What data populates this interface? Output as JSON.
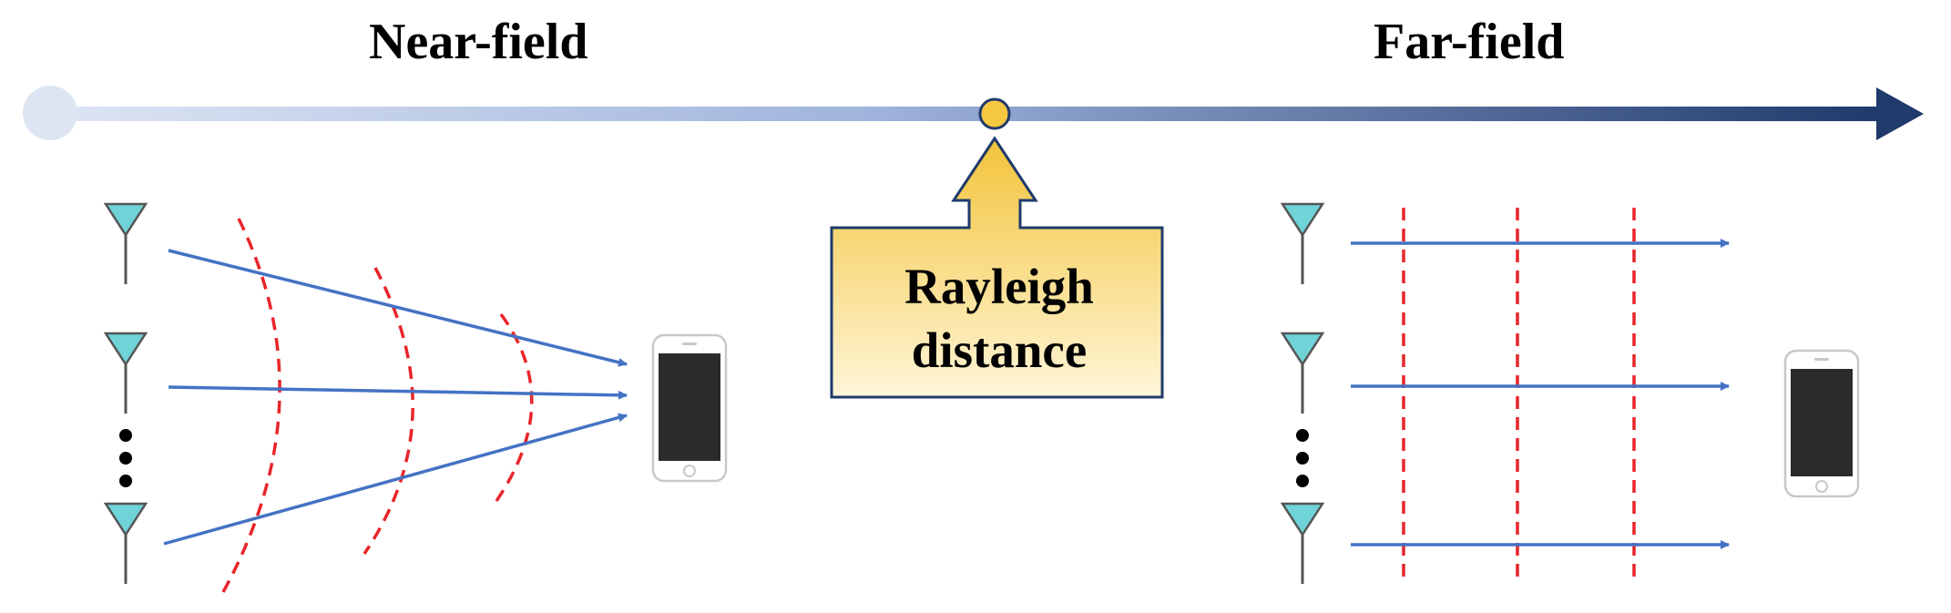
{
  "regions": {
    "near_label": "Near-field",
    "far_label": "Far-field"
  },
  "callout": {
    "line1": "Rayleigh",
    "line2": "distance"
  },
  "icons": {
    "antenna": "antenna-icon",
    "phone": "smartphone-icon",
    "ellipsis": "vertical-ellipsis-icon"
  },
  "colors": {
    "axis_start": "#d8e1f2",
    "axis_end": "#1f3a6b",
    "marker_fill": "#f5c842",
    "antenna_fill": "#6fd3d8",
    "wave": "#e8252a",
    "ray": "#4472c4",
    "callout_top": "#f2c33a",
    "callout_bottom": "#fff4d0"
  }
}
